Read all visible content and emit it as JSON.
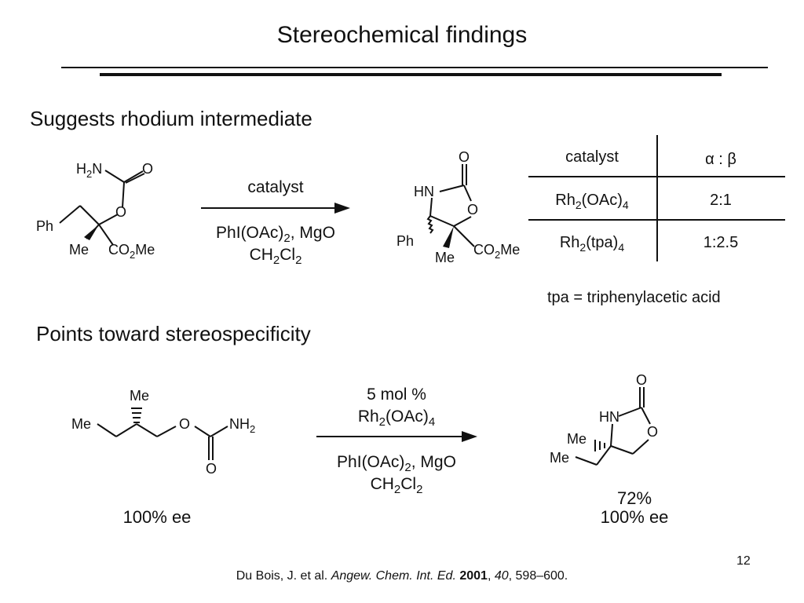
{
  "slide": {
    "title": "Stereochemical findings",
    "section1_heading": "Suggests rhodium intermediate",
    "section2_heading": "Points toward stereospecificity",
    "page_number": "12"
  },
  "reaction1": {
    "substrate_labels": {
      "h2n_main": "H",
      "h2n_sub": "2",
      "h2n_tail": "N",
      "o_carbonyl": "O",
      "o_ester": "O",
      "ph": "Ph",
      "me": "Me",
      "co2me_a": "CO",
      "co2me_sub": "2",
      "co2me_b": "Me"
    },
    "arrow_above": "catalyst",
    "arrow_below_line1_a": "PhI(OAc)",
    "arrow_below_line1_sub": "2",
    "arrow_below_line1_b": ", MgO",
    "arrow_below_line2_a": "CH",
    "arrow_below_line2_sub1": "2",
    "arrow_below_line2_b": "Cl",
    "arrow_below_line2_sub2": "2",
    "product_labels": {
      "o_carbonyl": "O",
      "hn": "HN",
      "o_ring": "O",
      "ph": "Ph",
      "me": "Me",
      "co2me_a": "CO",
      "co2me_sub": "2",
      "co2me_b": "Me"
    }
  },
  "table": {
    "header_catalyst": "catalyst",
    "header_ratio": "α : β",
    "rows": [
      {
        "cat_a": "Rh",
        "cat_sub1": "2",
        "cat_b": "(OAc)",
        "cat_sub2": "4",
        "ratio": "2:1"
      },
      {
        "cat_a": "Rh",
        "cat_sub1": "2",
        "cat_b": "(tpa)",
        "cat_sub2": "4",
        "ratio": "1:2.5"
      }
    ],
    "footnote": "tpa = triphenylacetic acid"
  },
  "reaction2": {
    "substrate_labels": {
      "me_top": "Me",
      "me_left": "Me",
      "o_ester": "O",
      "nh2_a": "NH",
      "nh2_sub": "2",
      "o_carbonyl": "O"
    },
    "substrate_ee": "100% ee",
    "arrow_above_line1": "5 mol %",
    "arrow_above_line2_a": "Rh",
    "arrow_above_line2_sub1": "2",
    "arrow_above_line2_b": "(OAc)",
    "arrow_above_line2_sub2": "4",
    "arrow_below_line1_a": "PhI(OAc)",
    "arrow_below_line1_sub": "2",
    "arrow_below_line1_b": ", MgO",
    "arrow_below_line2_a": "CH",
    "arrow_below_line2_sub1": "2",
    "arrow_below_line2_b": "Cl",
    "arrow_below_line2_sub2": "2",
    "product_labels": {
      "o_carbonyl": "O",
      "hn": "HN",
      "o_ring": "O",
      "me": "Me",
      "me_ethyl": "Me"
    },
    "product_yield": "72%",
    "product_ee": "100% ee"
  },
  "citation": {
    "authors": "Du Bois, J. et al. ",
    "journal": "Angew. Chem. Int. Ed.",
    "year": "2001",
    "sep1": ", ",
    "volume": "40",
    "pages": ", 598–600."
  }
}
